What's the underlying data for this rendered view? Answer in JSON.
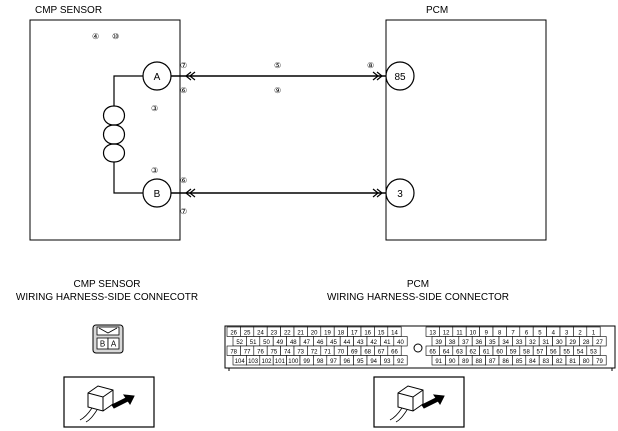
{
  "titles": {
    "cmp_sensor": "CMP SENSOR",
    "pcm": "PCM"
  },
  "sensor": {
    "top_notes": [
      "④",
      "⑩"
    ],
    "terminal_a": "A",
    "terminal_b": "B",
    "coil_note_top": "③",
    "coil_note_bottom": "③"
  },
  "pcm_box": {
    "terminal_upper": "85",
    "terminal_lower": "3"
  },
  "wires": {
    "upper": {
      "near_sensor_top": "⑦",
      "near_sensor_bottom": "⑥",
      "mid_top": "⑤",
      "mid_bottom": "⑨",
      "near_pcm": "⑧"
    },
    "lower": {
      "near_sensor_top": "⑥",
      "near_sensor_bottom": "⑦"
    }
  },
  "connectors": {
    "sensor_title_1": "CMP SENSOR",
    "sensor_title_2": "WIRING HARNESS-SIDE CONNECOTR",
    "sensor_pins": [
      "B",
      "A"
    ],
    "pcm_title_1": "PCM",
    "pcm_title_2": "WIRING HARNESS-SIDE CONNECTOR"
  },
  "pcm_pins": {
    "left_rows": [
      [
        "26",
        "25",
        "24",
        "23",
        "22",
        "21",
        "20",
        "19",
        "18",
        "17",
        "16",
        "15",
        "14"
      ],
      [
        "52",
        "51",
        "50",
        "49",
        "48",
        "47",
        "46",
        "45",
        "44",
        "43",
        "42",
        "41",
        "40"
      ],
      [
        "78",
        "77",
        "76",
        "75",
        "74",
        "73",
        "72",
        "71",
        "70",
        "69",
        "68",
        "67",
        "66"
      ],
      [
        "104",
        "103",
        "102",
        "101",
        "100",
        "99",
        "98",
        "97",
        "96",
        "95",
        "94",
        "93",
        "92"
      ]
    ],
    "right_rows": [
      [
        "13",
        "12",
        "11",
        "10",
        "9",
        "8",
        "7",
        "6",
        "5",
        "4",
        "3",
        "2",
        "1"
      ],
      [
        "39",
        "38",
        "37",
        "36",
        "35",
        "34",
        "33",
        "32",
        "31",
        "30",
        "29",
        "28",
        "27"
      ],
      [
        "65",
        "64",
        "63",
        "62",
        "61",
        "60",
        "59",
        "58",
        "57",
        "56",
        "55",
        "54",
        "53"
      ],
      [
        "91",
        "90",
        "89",
        "88",
        "87",
        "86",
        "85",
        "84",
        "83",
        "82",
        "81",
        "80",
        "79"
      ]
    ]
  }
}
